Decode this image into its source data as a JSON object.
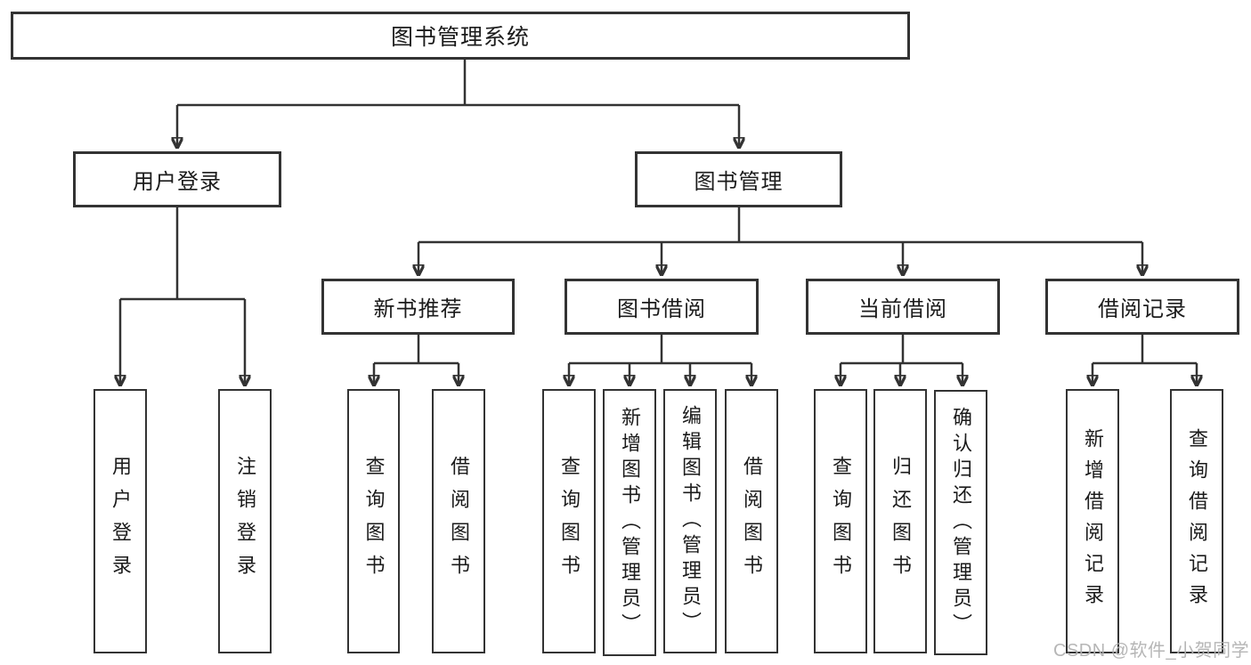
{
  "diagram": {
    "root": {
      "label": "图书管理系统"
    },
    "level1": [
      {
        "label": "用户登录"
      },
      {
        "label": "图书管理"
      }
    ],
    "level2": [
      {
        "label": "新书推荐"
      },
      {
        "label": "图书借阅"
      },
      {
        "label": "当前借阅"
      },
      {
        "label": "借阅记录"
      }
    ],
    "leaves": [
      {
        "label": "用户登录"
      },
      {
        "label": "注销登录"
      },
      {
        "label": "查询图书"
      },
      {
        "label": "借阅图书"
      },
      {
        "label": "查询图书"
      },
      {
        "label": "新增图书（管理员）"
      },
      {
        "label": "编辑图书（管理员）"
      },
      {
        "label": "借阅图书"
      },
      {
        "label": "查询图书"
      },
      {
        "label": "归还图书"
      },
      {
        "label": "确认归还（管理员）"
      },
      {
        "label": "新增借阅记录"
      },
      {
        "label": "查询借阅记录"
      }
    ]
  },
  "watermark": {
    "text": "CSDN @软件_小贺同学"
  },
  "colors": {
    "line": "#333333",
    "background": "#ffffff",
    "watermark": "#b2b2b2"
  }
}
